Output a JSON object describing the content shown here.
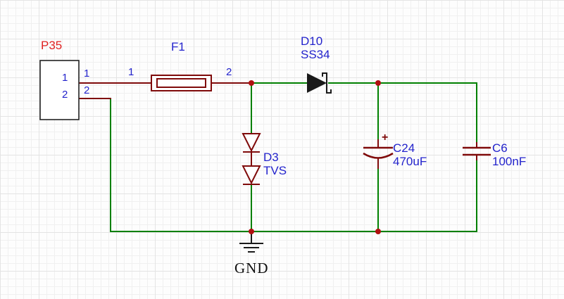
{
  "colors": {
    "wire_green": "#008000",
    "component_red": "#7f0a0a",
    "junction_red": "#b01010",
    "label_blue": "#2323cc",
    "refdes_red": "#e02222",
    "symbol_black": "#1a1a1a"
  },
  "connector": {
    "refdes": "P35",
    "pin1_num": "1",
    "pin2_num": "2",
    "pin1_wire_num": "1",
    "pin2_wire_num": "2"
  },
  "fuse": {
    "refdes": "F1",
    "pin1_num": "1",
    "pin2_num": "2"
  },
  "diode": {
    "refdes": "D10",
    "part": "SS34"
  },
  "tvs": {
    "refdes": "D3",
    "part": "TVS"
  },
  "cap_polar": {
    "refdes": "C24",
    "value": "470uF",
    "polarity": "+"
  },
  "cap": {
    "refdes": "C6",
    "value": "100nF"
  },
  "ground": {
    "label": "GND"
  }
}
